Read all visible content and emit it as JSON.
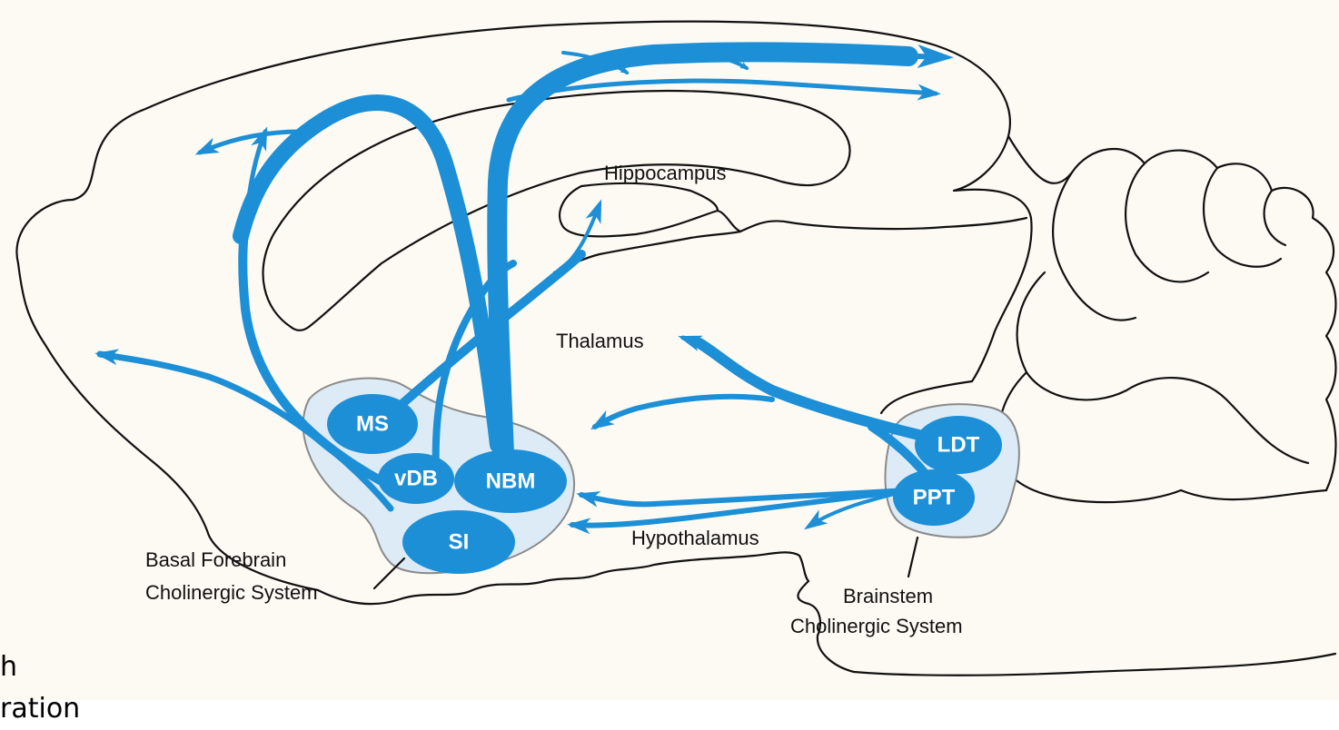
{
  "colors": {
    "pathway": "#1c8fd6",
    "region_fill": "#dcebf5",
    "region_stroke": "#8a8a8a",
    "outline": "#111111",
    "background": "#fdfaf4"
  },
  "labels": {
    "hippocampus": "Hippocampus",
    "thalamus": "Thalamus",
    "hypothalamus": "Hypothalamus",
    "basal_forebrain_line1": "Basal Forebrain",
    "basal_forebrain_line2": "Cholinergic System",
    "brainstem_line1": "Brainstem",
    "brainstem_line2": "Cholinergic System"
  },
  "nuclei": {
    "ms": "MS",
    "vdb": "vDB",
    "nbm": "NBM",
    "si": "SI",
    "ldt": "LDT",
    "ppt": "PPT"
  },
  "cropped_text": {
    "line1": "h",
    "line2": "ration"
  }
}
